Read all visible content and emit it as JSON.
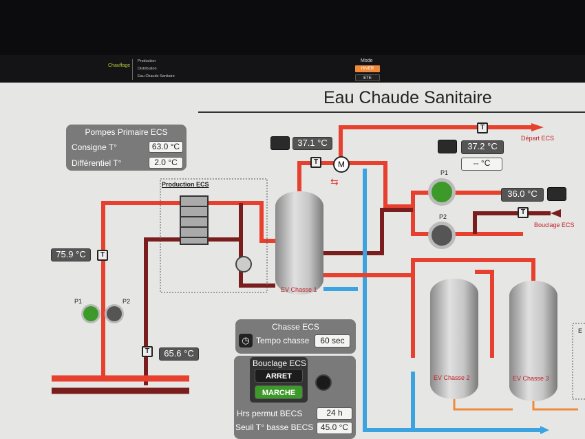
{
  "nav": {
    "main": "Chauffage",
    "items": [
      "Production",
      "Distribution",
      "Eau Chaude Sanitaire"
    ],
    "mode_label": "Mode",
    "mode_hiver": "HIVER",
    "mode_ete": "ETE"
  },
  "page_title": "Eau Chaude Sanitaire",
  "pompes_primaires": {
    "title": "Pompes Primaire ECS",
    "consigne_label": "Consigne T°",
    "consigne_value": "63.0 °C",
    "diff_label": "Différentiel T°",
    "diff_value": "2.0 °C"
  },
  "production_label": "Production ECS",
  "temps": {
    "primary_supply": "75.9 °C",
    "primary_return": "65.6 °C",
    "tank_out": "37.1 °C",
    "depart": "37.2 °C",
    "depart2": "-- °C",
    "bouclage": "36.0 °C"
  },
  "labels": {
    "depart": "Départ ECS",
    "bouclage": "Bouclage ECS",
    "p1": "P1",
    "p2": "P2",
    "t": "T",
    "m": "M",
    "ev1": "EV Chasse 1",
    "ev2": "EV Chasse 2",
    "ev3": "EV Chasse 3",
    "e": "E"
  },
  "chasse": {
    "title": "Chasse ECS",
    "tempo_label": "Tempo chasse",
    "tempo_value": "60 sec"
  },
  "bouclage": {
    "title": "Bouclage ECS",
    "arret": "ARRET",
    "marche": "MARCHE",
    "hrs_label": "Hrs permut BECS",
    "hrs_value": "24 h",
    "seuil_label": "Seuil T° basse BECS",
    "seuil_value": "45.0 °C"
  },
  "colors": {
    "hot": "#e8402f",
    "return": "#7a1d1d",
    "cold": "#3aa3e0",
    "accent": "#f08a3a",
    "active": "#3d9a2a"
  }
}
